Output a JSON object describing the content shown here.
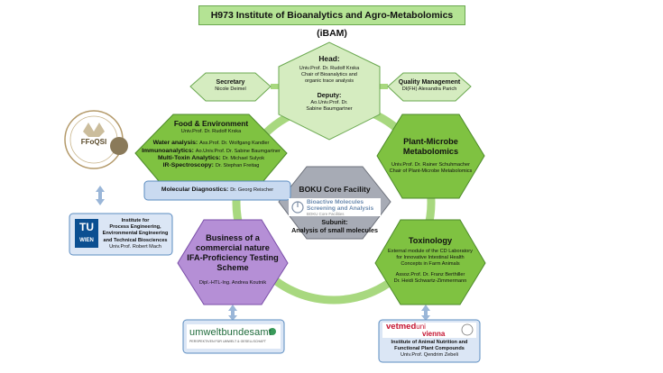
{
  "title": "H973 Institute of Bioanalytics and Agro-Metabolomics (iBAM)",
  "head": {
    "title": "Head:",
    "name": "Univ.Prof. Dr. Rudolf Krska",
    "role1": "Chair of Bioanalytics and",
    "role2": "organic trace analysis",
    "deputy_title": "Deputy:",
    "deputy_line1": "Ao.Univ.Prof. Dr.",
    "deputy_line2": "Sabine Baumgartner"
  },
  "secretary": {
    "title": "Secretary",
    "name": "Nicole Deimel"
  },
  "quality": {
    "title": "Quality Management",
    "name": "DI(FH) Alexandra Parich"
  },
  "food": {
    "title": "Food & Environment",
    "head": "Univ.Prof. Dr. Rudolf Krska",
    "rows": [
      {
        "label": "Water analysis:",
        "person": "Ass.Prof. Dr. Wolfgang Kandler"
      },
      {
        "label": "Immunoanalytics:",
        "person": "Ao.Univ.Prof. Dr. Sabine Baumgartner"
      },
      {
        "label": "Multi-Toxin Analytics:",
        "person": "Dr. Michael Sulyok"
      },
      {
        "label": "IR-Spectroscopy:",
        "person": "Dr. Stephan Freitag"
      }
    ],
    "molecular_label": "Molecular Diagnostics:",
    "molecular_person": "Dr. Georg Reischer"
  },
  "plant": {
    "title1": "Plant-Microbe",
    "title2": "Metabolomics",
    "line1": "Univ.Prof. Dr. Rainer Schuhmacher",
    "line2": "Chair of Plant-Microbe Metabolomics"
  },
  "core": {
    "title": "BOKU Core Facility",
    "logo1": "Bioactive Molecules",
    "logo2": "Screening and Analysis",
    "logo3": "BOKU Core Facilities",
    "subunit": "Subunit:",
    "subunit_desc": "Analysis of small molecules"
  },
  "business": {
    "title1": "Business of a",
    "title2": "commercial nature",
    "title3": "IFA-Proficiency Testing",
    "title4": "Scheme",
    "person": "Dipl.-HTL-Ing. Andrea Koutnik"
  },
  "toxinology": {
    "title": "Toxinology",
    "line1": "External module of the CD Laboratory",
    "line2": "for Innovative Intestinal Health",
    "line3": "Concepts in Farm Animals",
    "line4": "Assoz.Prof. Dr. Franz Berthiller",
    "line5": "Dr. Heidi Schwartz-Zimmermann"
  },
  "tu": {
    "logo_top": "TU",
    "logo_bottom": "WIEN",
    "line1": "Institute for",
    "line2": "Process Engineering,",
    "line3": "Environmental Engineering",
    "line4": "and Technical Biosciences",
    "line5": "Univ.Prof. Robert Mach"
  },
  "umwelt": {
    "logo": "umweltbundesamt",
    "sub": "PERSPEKTIVEN FÜR UMWELT & GESELLSCHAFT"
  },
  "vetmed": {
    "logo1": "vetmed",
    "logo2": "uni",
    "logo3": "vienna",
    "line1": "Institute of Animal Nutrition and",
    "line2": "Functional Plant Compounds",
    "line3": "Univ.Prof. Qendrim Zebeli"
  },
  "ffoqsi": {
    "logo": "FFoQSI"
  },
  "colors": {
    "hex_green": "#7fc241",
    "hex_green_light": "#d5ecc0",
    "hex_purple": "#b58fd6",
    "hex_gray": "#a7abb5",
    "title_green": "#b4e394",
    "box_blue": "#dbe6f5"
  }
}
